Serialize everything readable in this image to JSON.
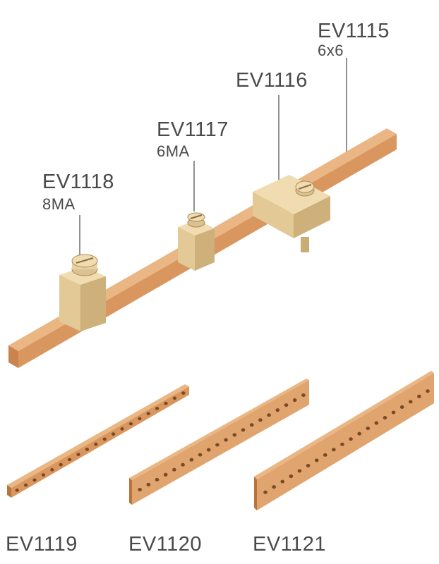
{
  "labels": {
    "ev1115": {
      "code": "EV1115",
      "size": "6x6"
    },
    "ev1116": {
      "code": "EV1116"
    },
    "ev1117": {
      "code": "EV1117",
      "size": "6MA"
    },
    "ev1118": {
      "code": "EV1118",
      "size": "8MA"
    },
    "ev1119": {
      "code": "EV1119"
    },
    "ev1120": {
      "code": "EV1120"
    },
    "ev1121": {
      "code": "EV1121"
    }
  },
  "colors": {
    "copper": "#d9975f",
    "copper_light": "#eab784",
    "copper_dark": "#b8733f",
    "brass": "#e8d2a3",
    "brass_dark": "#c9ad76",
    "text": "#4a4a4a"
  }
}
